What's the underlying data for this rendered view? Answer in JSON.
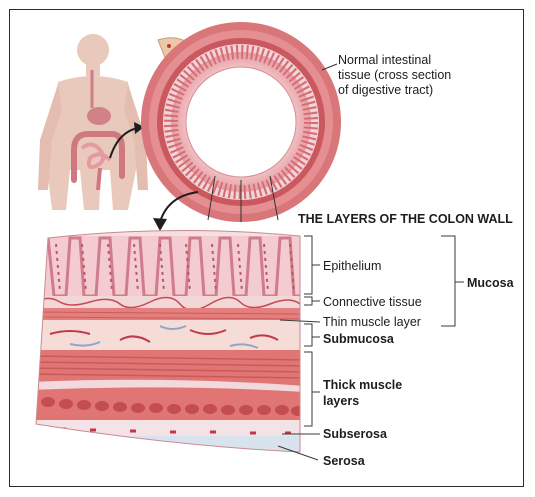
{
  "figure": {
    "callout_normal_tissue": [
      "Normal intestinal",
      "tissue (cross section",
      "of digestive tract)"
    ],
    "title": "THE LAYERS OF THE COLON WALL",
    "layers": {
      "epithelium": "Epithelium",
      "connective_tissue": "Connective tissue",
      "thin_muscle": "Thin muscle layer",
      "submucosa": "Submucosa",
      "thick_muscle": [
        "Thick muscle",
        "layers"
      ],
      "subserosa": "Subserosa",
      "serosa": "Serosa"
    },
    "group_mucosa": "Mucosa"
  },
  "colors": {
    "skin": "#e9c9bc",
    "organ": "#d8959a",
    "muscle": "#dc7a78",
    "muscle_dark": "#c85a5c",
    "mucosa": "#e8a9b0",
    "connective": "#f3d7da",
    "submucosa": "#f5d9d4",
    "serosa": "#d9e3ee"
  }
}
